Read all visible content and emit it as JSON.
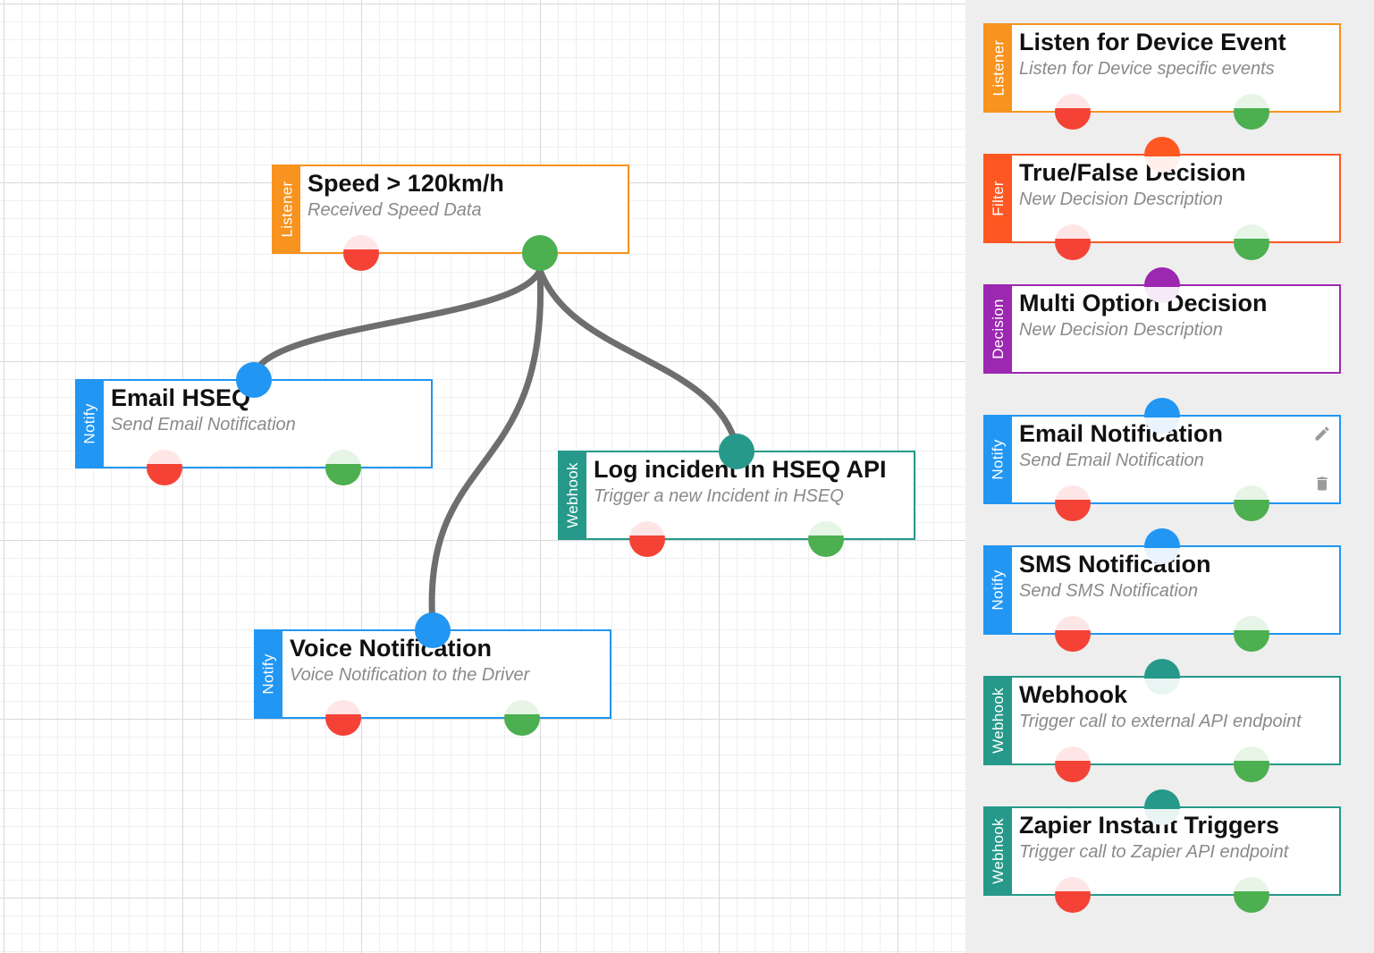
{
  "colors": {
    "listener": "#f7931e",
    "filter": "#ff5722",
    "decision": "#9c27b0",
    "notify": "#2196f3",
    "webhook": "#26998a",
    "edge": "#6e6e6e"
  },
  "canvas": {
    "nodes": [
      {
        "id": "speed",
        "type": "Listener",
        "title": "Speed > 120km/h",
        "desc": "Received Speed Data"
      },
      {
        "id": "email-hseq",
        "type": "Notify",
        "title": "Email HSEQ",
        "desc": "Send Email Notification"
      },
      {
        "id": "log-incident",
        "type": "Webhook",
        "title": "Log incident in HSEQ API",
        "desc": "Trigger a new Incident in HSEQ"
      },
      {
        "id": "voice",
        "type": "Notify",
        "title": "Voice Notification",
        "desc": "Voice Notification to the Driver"
      }
    ],
    "edges": [
      {
        "from": "speed",
        "to": "email-hseq"
      },
      {
        "from": "speed",
        "to": "voice"
      },
      {
        "from": "speed",
        "to": "log-incident"
      }
    ]
  },
  "palette": {
    "items": [
      {
        "type": "Listener",
        "title": "Listen for Device Event",
        "desc": "Listen for Device specific events"
      },
      {
        "type": "Filter",
        "title": "True/False Decision",
        "desc": "New Decision Description"
      },
      {
        "type": "Decision",
        "title": "Multi Option Decision",
        "desc": "New Decision Description"
      },
      {
        "type": "Notify",
        "title": "Email Notification",
        "desc": "Send Email Notification"
      },
      {
        "type": "Notify",
        "title": "SMS Notification",
        "desc": "Send SMS Notification"
      },
      {
        "type": "Webhook",
        "title": "Webhook",
        "desc": "Trigger call to external API endpoint"
      },
      {
        "type": "Webhook",
        "title": "Zapier Instant Triggers",
        "desc": "Trigger call to Zapier API endpoint"
      }
    ],
    "tools": {
      "edit": "pencil-icon",
      "delete": "trash-icon"
    }
  }
}
